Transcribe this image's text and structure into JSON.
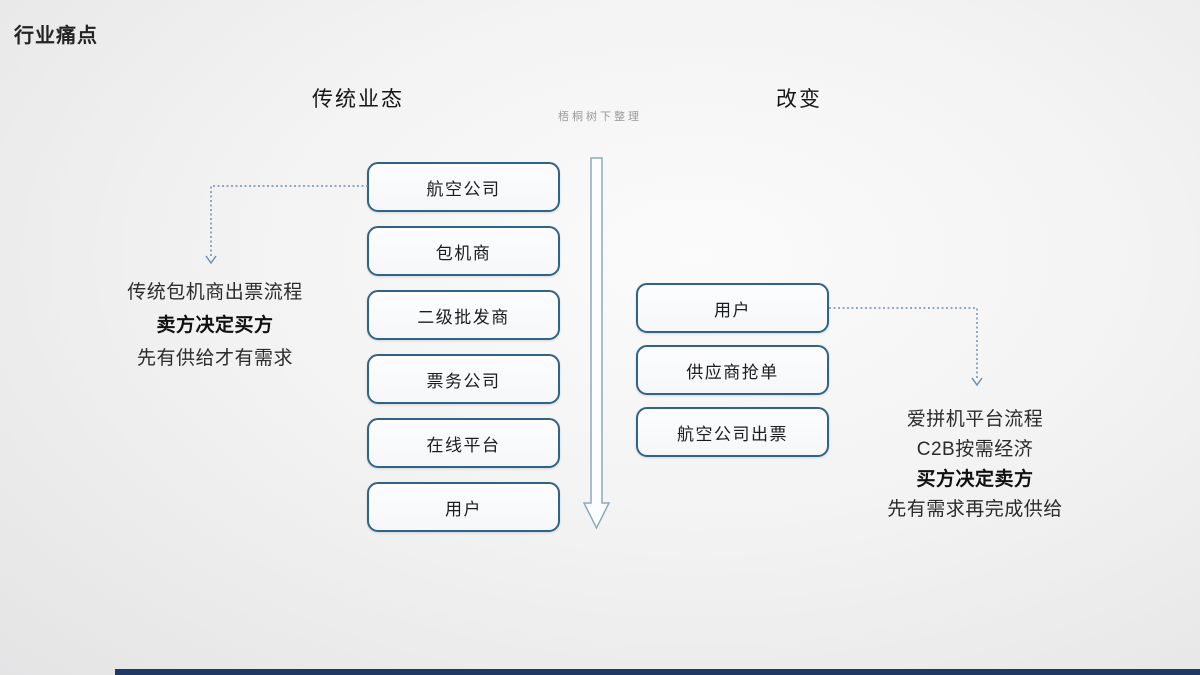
{
  "slide": {
    "title": "行业痛点",
    "watermark": "梧桐树下整理"
  },
  "traditional": {
    "header": "传统业态",
    "boxes": [
      "航空公司",
      "包机商",
      "二级批发商",
      "票务公司",
      "在线平台",
      "用户"
    ],
    "annotation": {
      "line1": "传统包机商出票流程",
      "line2": "卖方决定买方",
      "line3": "先有供给才有需求"
    }
  },
  "change": {
    "header": "改变",
    "boxes": [
      "用户",
      "供应商抢单",
      "航空公司出票"
    ],
    "annotation": {
      "line1": "爱拼机平台流程",
      "line2": "C2B按需经济",
      "line3": "买方决定卖方",
      "line4": "先有需求再完成供给"
    }
  },
  "colors": {
    "box_border": "#2f6488",
    "arrow_stroke": "#8fa8c0",
    "connector": "#6f8fae",
    "footer_bar": "#1f3864"
  }
}
